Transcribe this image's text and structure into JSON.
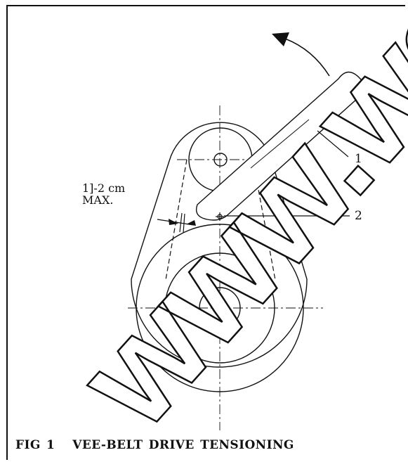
{
  "figure": {
    "dimension_label_line1": "1]-2 cm",
    "dimension_label_line2": "MAX.",
    "callout_1": "1",
    "callout_2": "2",
    "caption": "FIG 1   VEE-BELT DRIVE TENSIONING"
  },
  "watermark": {
    "text": "www.wadu",
    "color": "#ffffff"
  }
}
